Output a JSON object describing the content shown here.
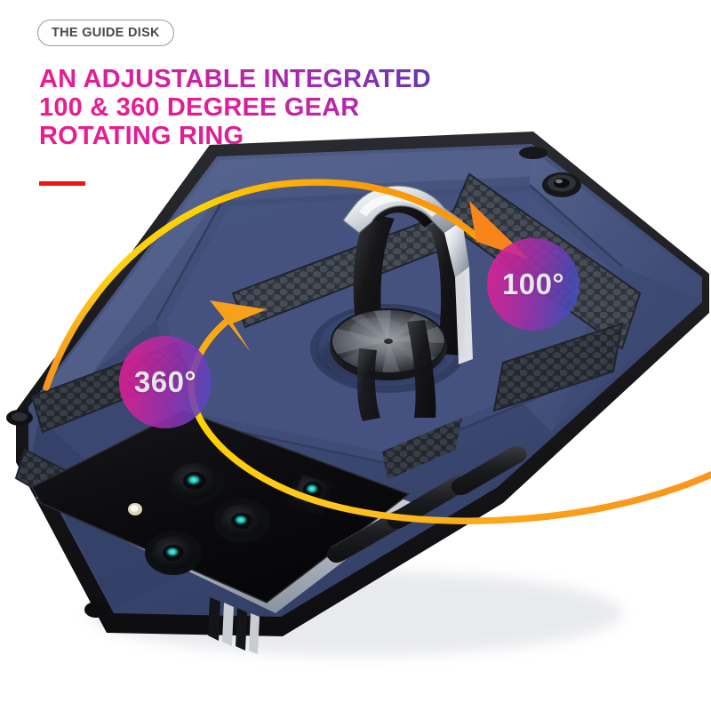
{
  "page": {
    "background_color": "#ffffff"
  },
  "header": {
    "badge_label": "THE GUIDE DISK",
    "badge_border_color": "#9a9a9a",
    "badge_text_color": "#4a4a4a"
  },
  "headline": {
    "line1": "AN ADJUSTABLE INTEGRATED",
    "line2": "100 & 360 DEGREE GEAR",
    "line3": "ROTATING RING",
    "gradient_start_color": "#ec1c8e",
    "gradient_end_color": "#2b56b0"
  },
  "divider": {
    "color": "#f01414"
  },
  "callouts": [
    {
      "label": "100°",
      "gradient_start_color": "#e81e96",
      "gradient_end_color": "#3a5ec2",
      "text_color": "#ffffff"
    },
    {
      "label": "360°",
      "gradient_start_color": "#e81e96",
      "gradient_end_color": "#4d4ec4",
      "text_color": "#ffffff"
    }
  ],
  "arrows": [
    {
      "name": "arc-arrow-100",
      "start_color": "#ffd200",
      "end_color": "#f7800f",
      "head_color": "#f7851b"
    },
    {
      "name": "arc-arrow-360",
      "start_color": "#f7931e",
      "end_color": "#ffd200",
      "head_color": "#f7a01b"
    }
  ],
  "product": {
    "name": "armor-phone-case",
    "case_color": "#3b4a72",
    "case_color_light": "#53618a",
    "case_color_dark": "#2b3657",
    "case_color_deep": "#1d2540",
    "texture_color": "#3a3f47",
    "texture_name": "honeycomb-grip-panel",
    "bumper_color": "#1a1a1c",
    "ring": {
      "name": "rotating-finger-ring",
      "silver_color": "#e8eaed",
      "black_color": "#141416"
    },
    "guide_disk": {
      "name": "guide-disk",
      "color": "#4a4d54"
    },
    "screen_color": "#0b0b0d",
    "lens_color": "#121214",
    "lens_glint_color": "#1fd3c8",
    "lenses": 4,
    "buttons": 3
  }
}
